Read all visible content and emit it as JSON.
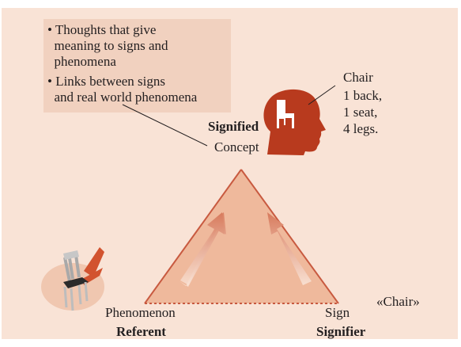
{
  "note": {
    "bullet_1": "• Thoughts that give\n  meaning to signs and\n  phenomena",
    "bullet_2": "• Links between signs\n  and real world phenomena"
  },
  "concept": {
    "caption": "Signified",
    "label": "Concept"
  },
  "head_label": {
    "line_1": "Chair",
    "line_2": "1 back,",
    "line_3": "1 seat,",
    "line_4": "4 legs."
  },
  "referent": {
    "label": "Phenomenon",
    "caption": "Referent"
  },
  "sign": {
    "label": "Sign",
    "caption": "Signifier",
    "example": "«Chair»"
  },
  "colors": {
    "background": "#f9e3d6",
    "note_box": "#f1d1bf",
    "triangle_fill": "#efb99c",
    "triangle_stroke": "#c85a40",
    "head": "#b83a1e",
    "text": "#231f20"
  },
  "icons": [
    "head-silhouette-icon",
    "chair-icon",
    "chair-in-head-icon",
    "arrow-up-icon"
  ]
}
